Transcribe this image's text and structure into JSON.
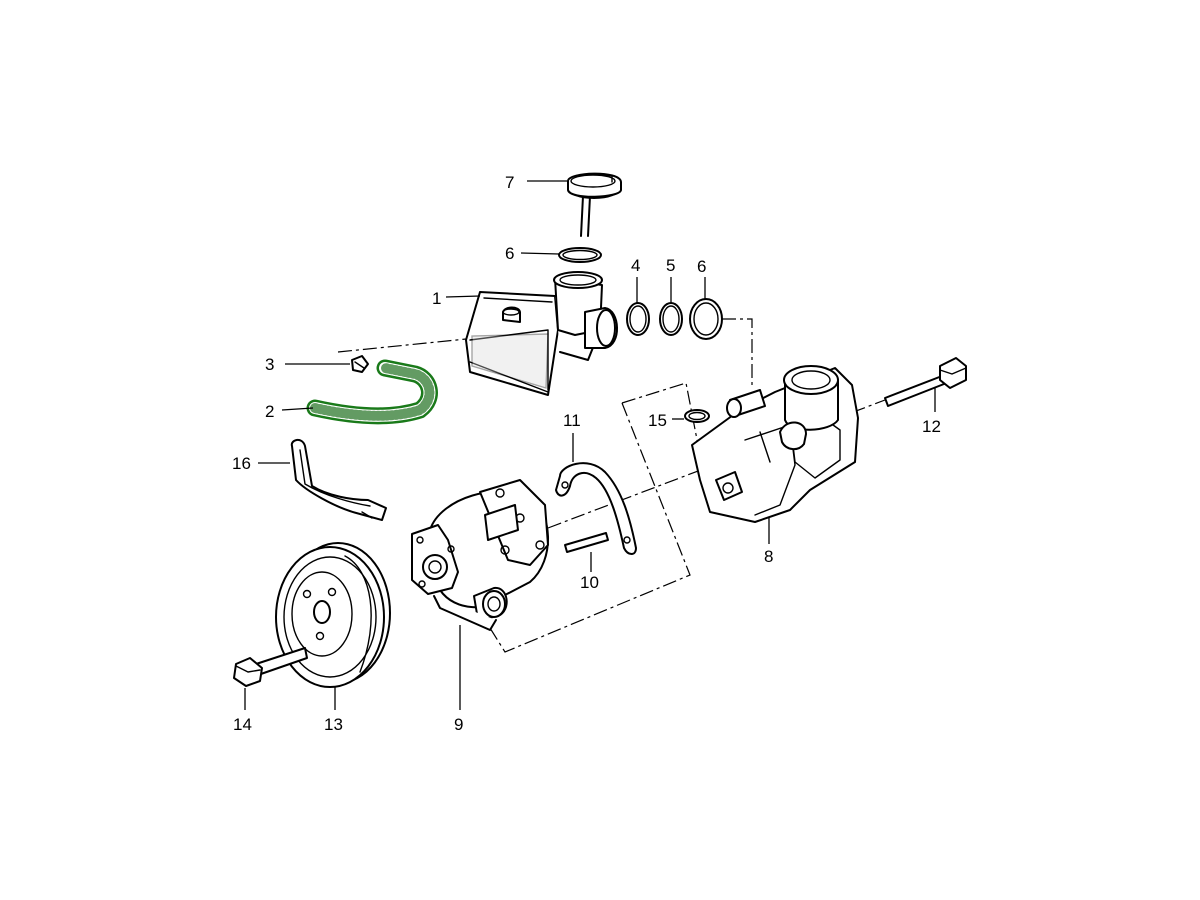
{
  "colors": {
    "line": "#000000",
    "background": "#ffffff",
    "highlight": "#1a7a1a"
  },
  "callouts": [
    {
      "id": "p1",
      "label": "1"
    },
    {
      "id": "p2",
      "label": "2"
    },
    {
      "id": "p3",
      "label": "3"
    },
    {
      "id": "p4",
      "label": "4"
    },
    {
      "id": "p5",
      "label": "5"
    },
    {
      "id": "p6a",
      "label": "6"
    },
    {
      "id": "p6b",
      "label": "6"
    },
    {
      "id": "p7",
      "label": "7"
    },
    {
      "id": "p8",
      "label": "8"
    },
    {
      "id": "p9",
      "label": "9"
    },
    {
      "id": "p10",
      "label": "10"
    },
    {
      "id": "p11",
      "label": "11"
    },
    {
      "id": "p12",
      "label": "12"
    },
    {
      "id": "p13",
      "label": "13"
    },
    {
      "id": "p14",
      "label": "14"
    },
    {
      "id": "p15",
      "label": "15"
    },
    {
      "id": "p16",
      "label": "16"
    }
  ]
}
